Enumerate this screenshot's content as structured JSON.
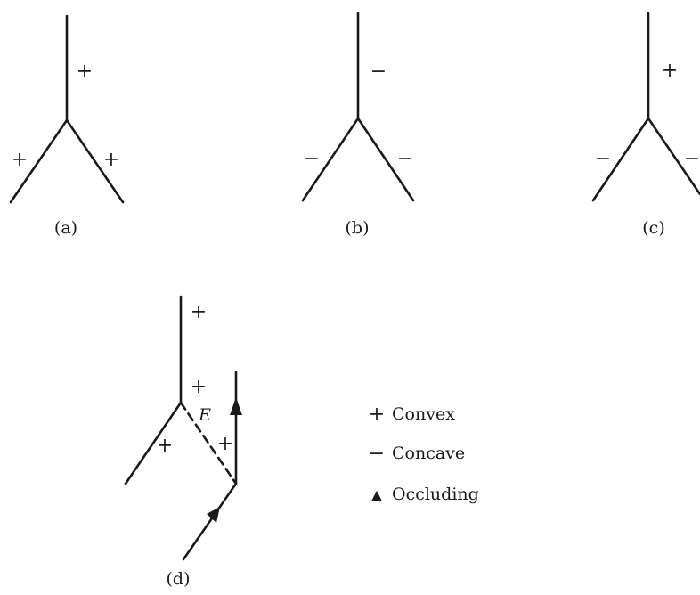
{
  "figure": {
    "panels": [
      {
        "id": "a",
        "caption": "(a)",
        "top": "+",
        "left": "+",
        "right": "+"
      },
      {
        "id": "b",
        "caption": "(b)",
        "top": "−",
        "left": "−",
        "right": "−"
      },
      {
        "id": "c",
        "caption": "(c)",
        "top": "+",
        "left": "−",
        "right": "−"
      },
      {
        "id": "d",
        "caption": "(d)",
        "top_upper": "+",
        "top_lower": "+",
        "left": "+",
        "dashed_edge": "+",
        "edge_name": "E"
      }
    ],
    "legend": {
      "convex": {
        "symbol": "+",
        "label": "Convex"
      },
      "concave": {
        "symbol": "−",
        "label": "Concave"
      },
      "occluding": {
        "symbol": "▲",
        "label": "Occluding"
      }
    },
    "colors": {
      "ink": "#1a1a1a",
      "background": "#ffffff"
    }
  }
}
